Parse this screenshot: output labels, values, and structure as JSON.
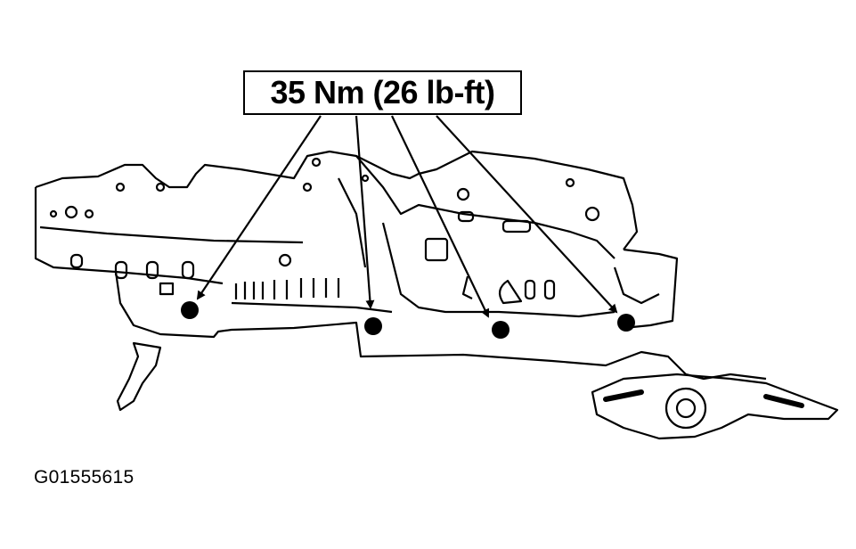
{
  "callout": {
    "torque_text": "35 Nm (26 lb-ft)"
  },
  "figure": {
    "id_text": "G01555615"
  },
  "fasteners": [
    {
      "name": "nut-1"
    },
    {
      "name": "nut-2"
    },
    {
      "name": "nut-3"
    },
    {
      "name": "nut-4"
    }
  ],
  "colors": {
    "ink": "#000000",
    "paper": "#ffffff"
  }
}
